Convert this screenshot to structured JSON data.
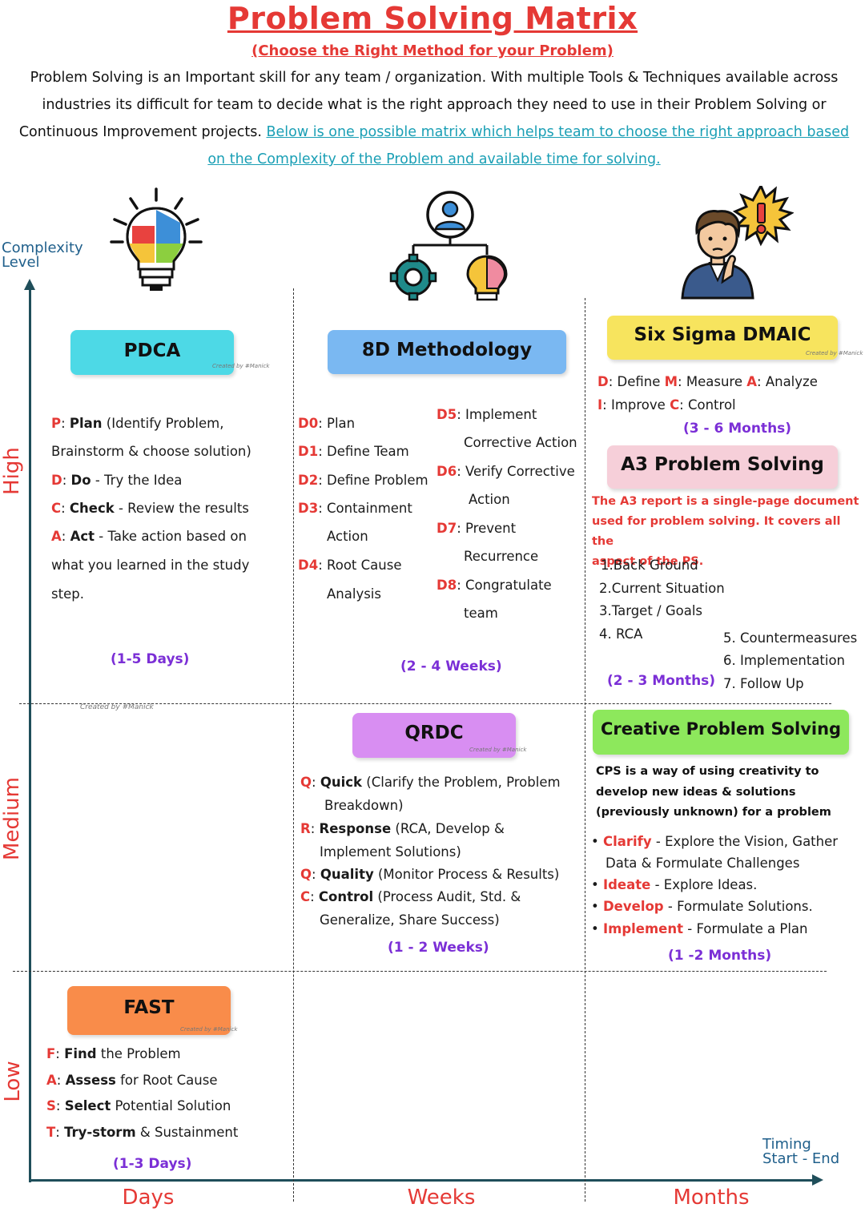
{
  "header": {
    "title": "Problem Solving Matrix",
    "subtitle": "(Choose the Right Method for your Problem)",
    "intro_1": "Problem Solving is an Important skill for any team / organization. With multiple Tools & Techniques available across",
    "intro_2": "industries its difficult for team to decide what is the right approach they need to use in their Problem Solving or",
    "intro_3": "Continuous Improvement projects.",
    "intro_link_1": "Below is one possible matrix which helps team to choose the right approach based",
    "intro_link_2": "on the Complexity of the Problem and available time for solving."
  },
  "axes": {
    "y_label_1": "Complexity",
    "y_label_2": "Level",
    "x_label_1": "Timing",
    "x_label_2": "Start - End",
    "levels": [
      "High",
      "Medium",
      "Low"
    ],
    "columns": [
      "Days",
      "Weeks",
      "Months"
    ]
  },
  "watermark": "Created by #Manick",
  "pdca": {
    "title": "PDCA",
    "p_key": "P",
    "p_bold": "Plan",
    "p_text": "(Identify Problem,",
    "p_text_2": "Brainstorm & choose solution)",
    "d_key": "D",
    "d_bold": "Do",
    "d_text": "- Try the Idea",
    "c_key": "C",
    "c_bold": "Check",
    "c_text": "- Review the results",
    "a_key": "A",
    "a_bold": "Act",
    "a_text": "- Take action based on",
    "a_text_2": "what you learned in the study",
    "a_text_3": "step.",
    "duration": "(1-5 Days)"
  },
  "eightd": {
    "title": "8D Methodology",
    "left": [
      {
        "key": "D0",
        "text": "Plan"
      },
      {
        "key": "D1",
        "text": "Define Team"
      },
      {
        "key": "D2",
        "text": "Define Problem"
      },
      {
        "key": "D3",
        "text": "Containment"
      },
      {
        "key": "D4",
        "text": "Root Cause"
      }
    ],
    "d3_cont": "Action",
    "d4_cont": "Analysis",
    "right": [
      {
        "key": "D5",
        "text": "Implement"
      },
      {
        "key": "D6",
        "text": "Verify Corrective"
      },
      {
        "key": "D7",
        "text": "Prevent"
      },
      {
        "key": "D8",
        "text": "Congratulate"
      }
    ],
    "d5_cont": "Corrective Action",
    "d6_cont": "Action",
    "d7_cont": "Recurrence",
    "d8_cont": "team",
    "duration": "(2 - 4 Weeks)"
  },
  "dmaic": {
    "title": "Six Sigma DMAIC",
    "d_key": "D",
    "d_text": "Define",
    "m_key": "M",
    "m_text": "Measure",
    "a_key": "A",
    "a_text": "Analyze",
    "i_key": "I",
    "i_text": "Improve",
    "c_key": "C",
    "c_text": "Control",
    "duration": "(3 - 6 Months)"
  },
  "a3": {
    "title": "A3 Problem Solving",
    "desc_1": "The A3 report is a single-page document",
    "desc_2": "used for problem solving. It covers all the",
    "desc_3": "aspect of the PS.",
    "steps_left": [
      "1.Back Ground",
      "2.Current Situation",
      "3.Target / Goals",
      "4. RCA"
    ],
    "steps_right": [
      "5. Countermeasures",
      "6. Implementation",
      "7. Follow Up"
    ],
    "duration": "(2 - 3 Months)"
  },
  "qrdc": {
    "title": "QRDC",
    "q_key": "Q",
    "q_bold": "Quick",
    "q_text": "(Clarify the Problem, Problem",
    "q_text_2": "Breakdown)",
    "r_key": "R",
    "r_bold": "Response",
    "r_text": "(RCA, Develop &",
    "r_text_2": "Implement Solutions)",
    "q2_key": "Q",
    "q2_bold": "Quality",
    "q2_text": "(Monitor Process & Results)",
    "c_key": "C",
    "c_bold": "Control",
    "c_text": "(Process Audit, Std. &",
    "c_text_2": "Generalize, Share Success)",
    "duration": "(1 - 2 Weeks)"
  },
  "cps": {
    "title": "Creative Problem Solving",
    "desc_1": "CPS is a way of using creativity to",
    "desc_2": "develop new ideas & solutions",
    "desc_3": "(previously unknown) for a problem",
    "items": [
      {
        "key": "Clarify",
        "text": "- Explore the Vision, Gather"
      },
      {
        "key": "Ideate",
        "text": "- Explore Ideas."
      },
      {
        "key": "Develop",
        "text": "- Formulate Solutions."
      },
      {
        "key": "Implement",
        "text": "- Formulate a Plan"
      }
    ],
    "clarify_cont": "Data & Formulate Challenges",
    "duration": "(1 -2 Months)"
  },
  "fast": {
    "title": "FAST",
    "f_key": "F",
    "f_bold": "Find",
    "f_text": "the Problem",
    "a_key": "A",
    "a_bold": "Assess",
    "a_text": "for Root Cause",
    "s_key": "S",
    "s_bold": "Select",
    "s_text": "Potential Solution",
    "t_key": "T",
    "t_bold": "Try-storm",
    "t_text": "& Sustainment",
    "duration": "(1-3 Days)"
  },
  "colors": {
    "accent_red": "#e53935",
    "duration_purple": "#7b2fd6",
    "link_teal": "#1a9fb5",
    "pdca_box": "#4dd9e6",
    "eightd_box": "#7ab8f2",
    "dmaic_box": "#f7e45e",
    "a3_box": "#f6cfd9",
    "qrdc_box": "#d88ef2",
    "cps_box": "#8de85c",
    "fast_box": "#f98c4a"
  }
}
